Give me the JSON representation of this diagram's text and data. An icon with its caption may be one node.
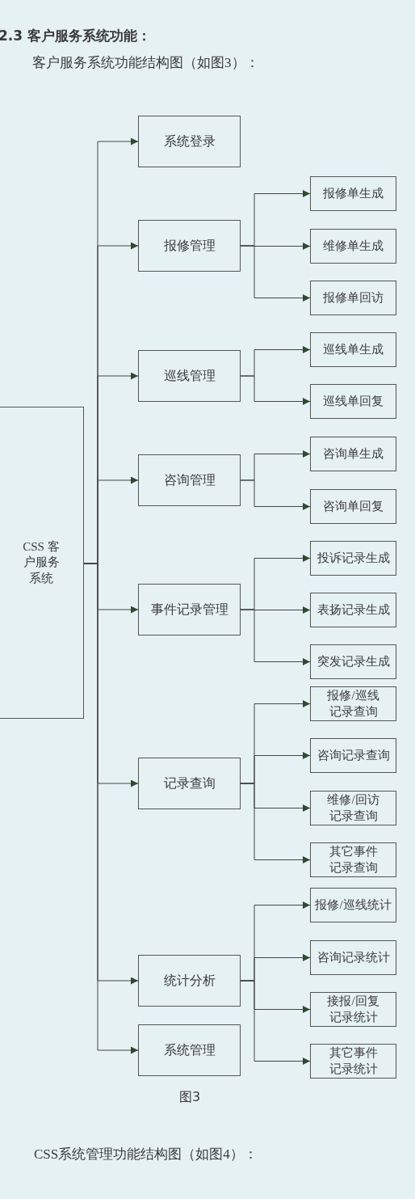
{
  "diagram": {
    "title": "2.3 客户服务系统功能：",
    "caption": "图3",
    "nodes": [
      {
        "text": [
          "CSS 客户服务系统"
        ]
      },
      {
        "text": [
          "系统登录"
        ]
      },
      {
        "text": [
          "报修管理"
        ]
      },
      {
        "text": [
          "报修单生成"
        ]
      },
      {
        "text": [
          "维修单生成"
        ]
      },
      {
        "text": [
          "报修单回访"
        ]
      },
      {
        "text": [
          "巡线管理"
        ]
      },
      {
        "text": [
          "巡线单生成"
        ]
      },
      {
        "text": [
          "巡线单回复"
        ]
      },
      {
        "text": [
          "咨询管理"
        ]
      },
      {
        "text": [
          "咨询单生成"
        ]
      },
      {
        "text": [
          "咨询单回复"
        ]
      },
      {
        "text": [
          "事件记录管理"
        ]
      },
      {
        "text": [
          "投诉记录生成"
        ]
      },
      {
        "text": [
          "表扬记录生成"
        ]
      },
      {
        "text": [
          "突发记录生成"
        ]
      },
      {
        "text": [
          "记录查询"
        ]
      },
      {
        "text": [
          "报修/巡线记录查询"
        ]
      },
      {
        "text": [
          "咨询记录查询"
        ]
      },
      {
        "text": [
          "维修/回访记录查询"
        ]
      },
      {
        "text": [
          "其它事件记录查询"
        ]
      },
      {
        "text": [
          "统计分析"
        ]
      },
      {
        "text": [
          "报修/巡线统计"
        ]
      },
      {
        "text": [
          "咨询记录统计"
        ]
      },
      {
        "text": [
          "接报/回复记录统计"
        ]
      },
      {
        "text": [
          "其它事件记录统计"
        ]
      },
      {
        "text": [
          "系统管理"
        ]
      }
    ],
    "edges": [
      {
        "from": 0,
        "to": 1,
        "arrow": "to"
      },
      {
        "from": 0,
        "to": 2,
        "arrow": "to"
      },
      {
        "from": 2,
        "to": 3,
        "arrow": "to"
      },
      {
        "from": 2,
        "to": 4,
        "arrow": "to"
      },
      {
        "from": 2,
        "to": 5,
        "arrow": "to"
      },
      {
        "from": 0,
        "to": 6,
        "arrow": "to"
      },
      {
        "from": 6,
        "to": 7,
        "arrow": "to"
      },
      {
        "from": 6,
        "to": 8,
        "arrow": "to"
      },
      {
        "from": 0,
        "to": 9,
        "arrow": "to"
      },
      {
        "from": 9,
        "to": 10,
        "arrow": "to"
      },
      {
        "from": 9,
        "to": 11,
        "arrow": "to"
      },
      {
        "from": 0,
        "to": 12,
        "arrow": "to"
      },
      {
        "from": 12,
        "to": 13,
        "arrow": "to"
      },
      {
        "from": 12,
        "to": 14,
        "arrow": "to"
      },
      {
        "from": 12,
        "to": 15,
        "arrow": "to"
      },
      {
        "from": 0,
        "to": 16,
        "arrow": "to"
      },
      {
        "from": 16,
        "to": 17,
        "arrow": "to"
      },
      {
        "from": 16,
        "to": 18,
        "arrow": "to"
      },
      {
        "from": 16,
        "to": 19,
        "arrow": "to"
      },
      {
        "from": 16,
        "to": 20,
        "arrow": "to"
      },
      {
        "from": 0,
        "to": 21,
        "arrow": "to"
      },
      {
        "from": 21,
        "to": 22,
        "arrow": "to"
      },
      {
        "from": 21,
        "to": 23,
        "arrow": "to"
      },
      {
        "from": 21,
        "to": 24,
        "arrow": "to"
      },
      {
        "from": 21,
        "to": 25,
        "arrow": "to"
      },
      {
        "from": 0,
        "to": 26,
        "arrow": "to"
      }
    ],
    "labels": [
      "客户服务系统功能结构图（如图3）：",
      "CSS系统管理功能结构图（如图4）："
    ]
  }
}
